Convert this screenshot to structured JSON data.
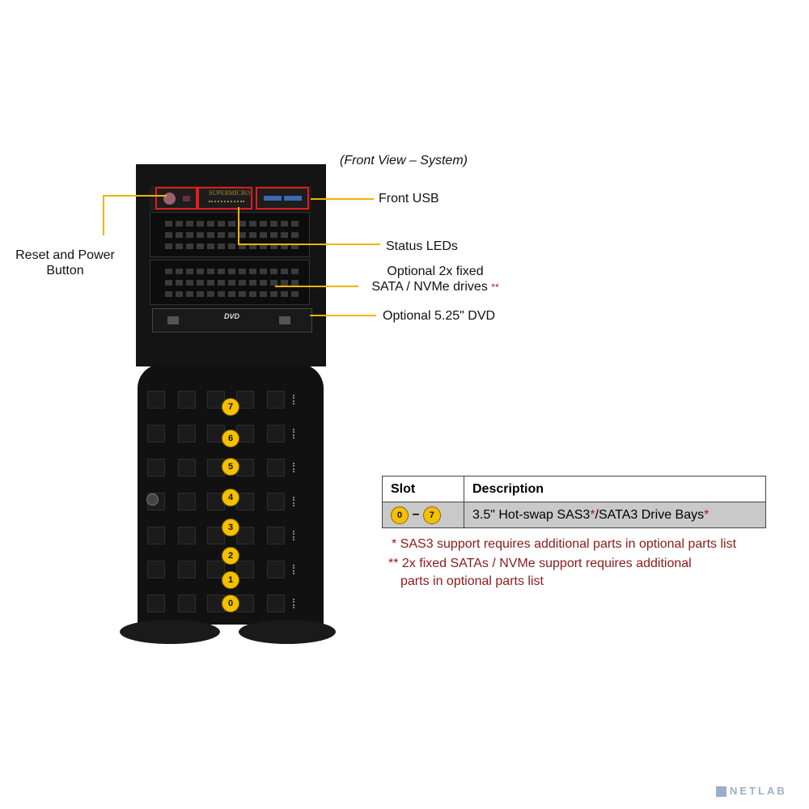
{
  "title": "(Front View – System)",
  "callouts": {
    "reset_power": "Reset and Power\nButton",
    "front_usb": "Front USB",
    "status_leds": "Status LEDs",
    "sata_nvme_line1": "Optional 2x fixed",
    "sata_nvme_line2": "SATA / NVMe drives",
    "sata_nvme_mark": "**",
    "dvd": "Optional 5.25\" DVD"
  },
  "chassis": {
    "brand": "SUPERMICRO",
    "dvd_logo": "DVD",
    "bay_numbers": [
      "7",
      "6",
      "5",
      "4",
      "3",
      "2",
      "1",
      "0"
    ]
  },
  "table": {
    "headers": [
      "Slot",
      "Description"
    ],
    "row": {
      "slot_from": "0",
      "dash": "–",
      "slot_to": "7",
      "desc_a": "3.5\" Hot-swap SAS3",
      "mark1": "*",
      "desc_b": "/SATA3 Drive Bays",
      "mark2": "*"
    }
  },
  "notes": [
    "* SAS3 support requires additional parts in optional parts list",
    "** 2x fixed SATAs / NVMe support requires additional",
    "parts in optional parts list"
  ],
  "watermark": "NETLAB",
  "colors": {
    "callout_line": "#f0b400",
    "highlight_box": "#e21d1d",
    "note_text": "#8b1a1a",
    "badge": "#f5c000"
  }
}
